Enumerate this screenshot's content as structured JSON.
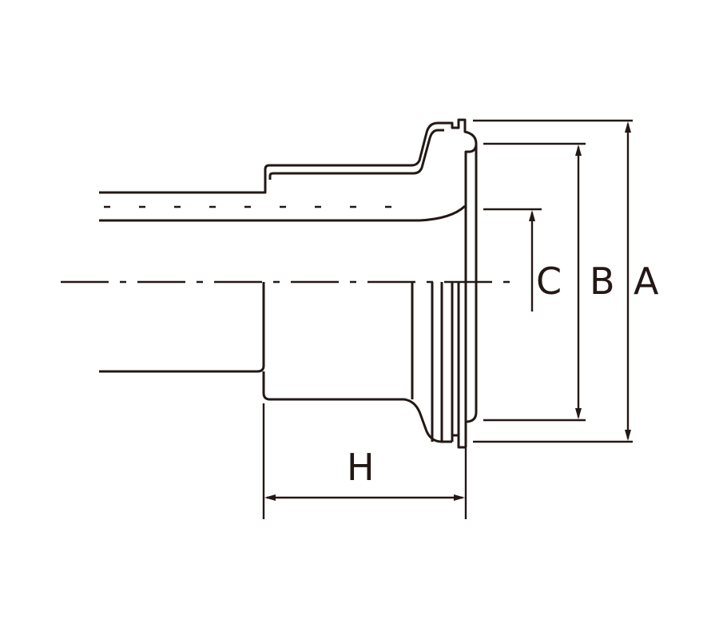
{
  "diagram": {
    "dimension_labels": {
      "a": "A",
      "b": "B",
      "c": "C",
      "h": "H"
    },
    "colors": {
      "line": "#231815",
      "background": "#ffffff"
    }
  }
}
